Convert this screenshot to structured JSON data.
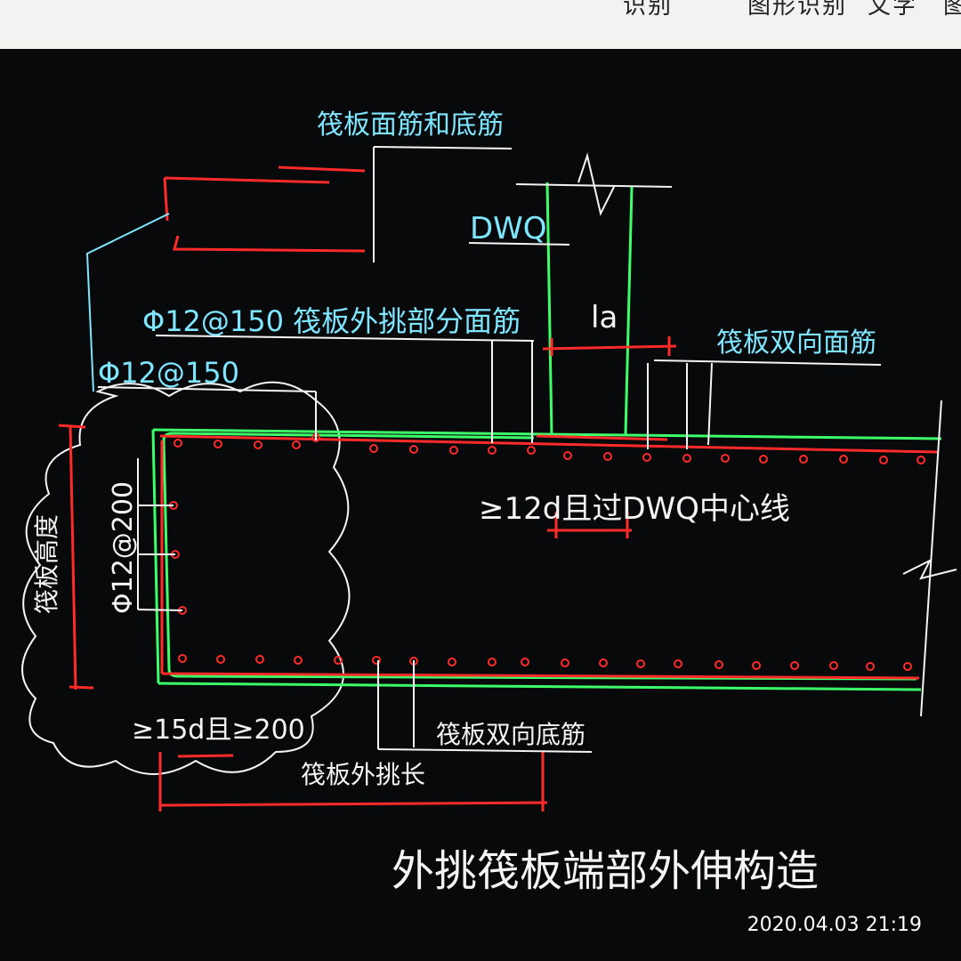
{
  "top_menu": {
    "item1": "识别",
    "item2": "图形识别",
    "item3": "文字",
    "item4": "图"
  },
  "labels": {
    "top_rebar": "筏板面筋和底筋",
    "dwq": "DWQ",
    "la": "la",
    "overhang_top_rebar": "Φ12@150 筏板外挑部分面筋",
    "edge_rebar": "Φ12@150",
    "two_way_top": "筏板双向面筋",
    "anchor_rule": "≥12d且过DWQ中心线",
    "side_rebar": "Φ12@200",
    "slab_height": "筏板高度",
    "bottom_rule": "≥15d且≥200",
    "two_way_bottom": "筏板双向底筋",
    "overhang_length": "筏板外挑长",
    "title": "外挑筏板端部外伸构造"
  },
  "timestamp": "2020.04.03 21:19",
  "colors": {
    "cyan": "#7fe6ff",
    "white": "#f4f4f4",
    "red": "#ff2a2a",
    "green": "#3cff6a",
    "background": "#08090b"
  }
}
